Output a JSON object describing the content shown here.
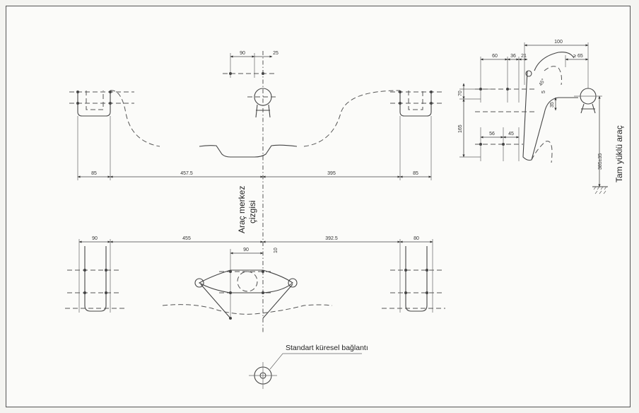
{
  "labels": {
    "vehicle_centerline": "Araç merkez",
    "vehicle_centerline_2": "çizgisi",
    "full_load": "Tam yüklü araç",
    "standard_coupling": "Standart küresel bağlantı"
  },
  "top_view": {
    "top_dim_left": "90",
    "top_dim_right": "25",
    "bottom_dims": [
      "85",
      "457.5",
      "395",
      "85"
    ]
  },
  "bottom_view": {
    "top_dims": [
      "90",
      "455",
      "392.5",
      "80"
    ],
    "center_dim": "90",
    "center_small_dim": "10"
  },
  "side_view": {
    "dims": {
      "top_width": "100",
      "d60": "60",
      "d36": "36",
      "d21": "21",
      "d65": "≥ 65",
      "d70": "70",
      "d5": "5",
      "d45deg": "45°",
      "d35": "35",
      "d165": "165",
      "d56": "56",
      "d45": "45",
      "height": "385±35"
    }
  }
}
